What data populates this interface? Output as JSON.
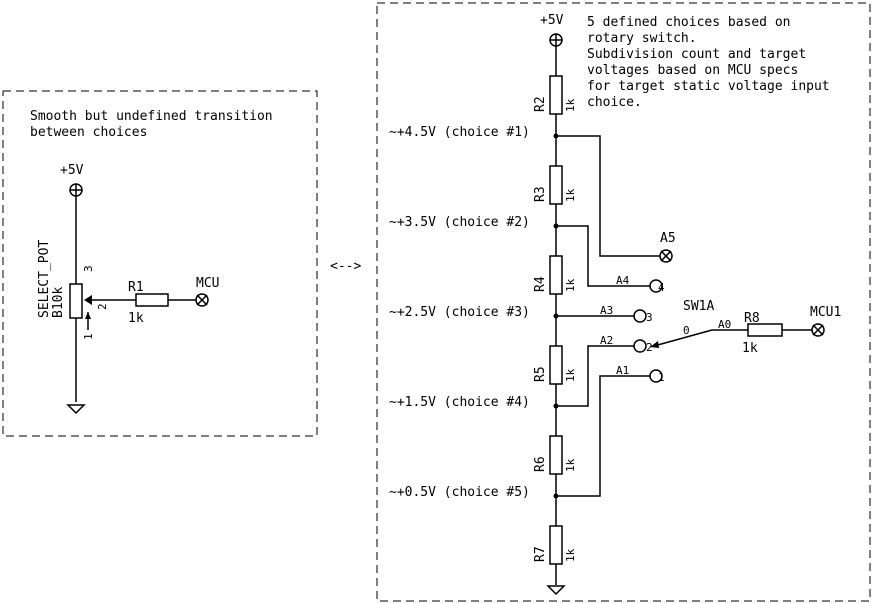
{
  "left_panel": {
    "note_lines": [
      "Smooth but undefined transition",
      "between choices"
    ],
    "supply_label": "+5V",
    "pot_name": "SELECT_POT",
    "pot_value": "B10k",
    "pot_pin_1": "1",
    "pot_pin_2": "2",
    "pot_pin_3": "3",
    "resistor_name": "R1",
    "resistor_value": "1k",
    "output_label": "MCU"
  },
  "equivalence_label": "<-->",
  "right_panel": {
    "note_lines": [
      "5 defined choices based on",
      "rotary switch.",
      "Subdivision count and target",
      "voltages based on MCU specs",
      "for target static voltage input",
      "choice."
    ],
    "supply_label": "+5V",
    "resistors": [
      {
        "name": "R2",
        "value": "1k"
      },
      {
        "name": "R3",
        "value": "1k"
      },
      {
        "name": "R4",
        "value": "1k"
      },
      {
        "name": "R5",
        "value": "1k"
      },
      {
        "name": "R6",
        "value": "1k"
      },
      {
        "name": "R7",
        "value": "1k"
      }
    ],
    "choices": [
      "~+4.5V (choice #1)",
      "~+3.5V (choice #2)",
      "~+2.5V (choice #3)",
      "~+1.5V (choice #4)",
      "~+0.5V (choice #5)"
    ],
    "signals": {
      "a5": "A5",
      "a4": "A4",
      "a3": "A3",
      "a2": "A2",
      "a1": "A1",
      "a0": "A0"
    },
    "switch_name": "SW1A",
    "switch_pins": {
      "p0": "0",
      "p1": "1",
      "p2": "2",
      "p3": "3",
      "p4": "4"
    },
    "output_resistor": {
      "name": "R8",
      "value": "1k"
    },
    "output_label": "MCU1"
  }
}
